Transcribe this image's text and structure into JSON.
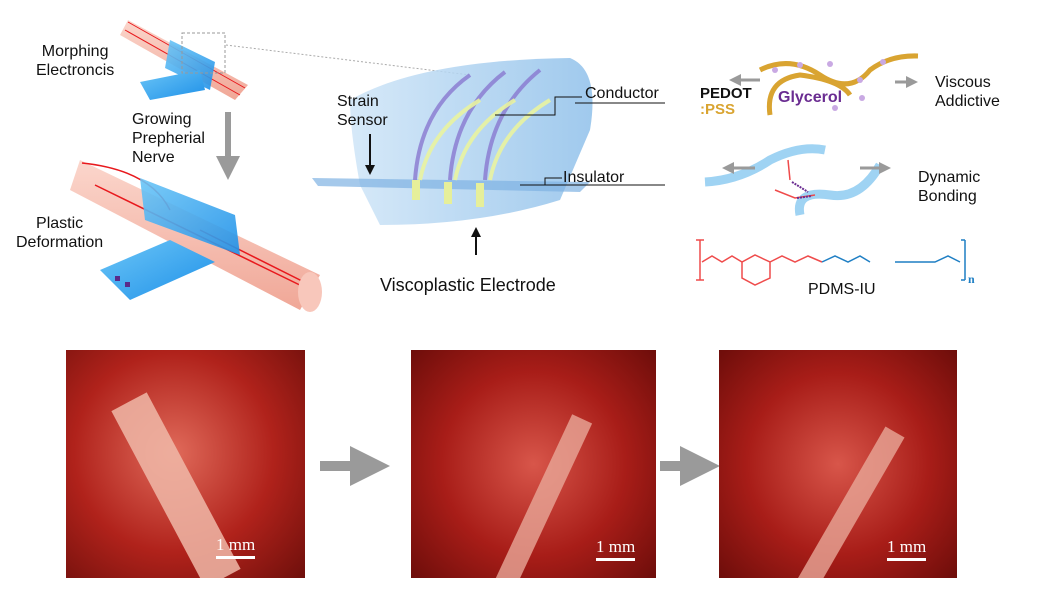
{
  "left_panel": {
    "morphing_label": [
      "Morphing",
      "Electroncis"
    ],
    "growing_label": [
      "Growing",
      "Prepherial",
      "Nerve"
    ],
    "plastic_label": [
      "Plastic",
      "Deformation"
    ]
  },
  "center_panel": {
    "strain_sensor_label": [
      "Strain",
      "Sensor"
    ],
    "conductor_label": "Conductor",
    "insulator_label": "Insulator",
    "electrode_label": "Viscoplastic Electrode"
  },
  "right_panel": {
    "pedot_label": "PEDOT",
    "pss_label": ":PSS",
    "glycerol_label": "Glycerol",
    "viscous_label": [
      "Viscous",
      "Addictive"
    ],
    "dynamic_label": [
      "Dynamic",
      "Bonding"
    ],
    "polymer_label": "PDMS-IU",
    "n_subscript": "n"
  },
  "photos": [
    {
      "scale_label": "1 mm"
    },
    {
      "scale_label": "1 mm"
    },
    {
      "scale_label": "1 mm"
    }
  ],
  "colors": {
    "nerve": "#f4b7a8",
    "vessel": "#e8191d",
    "film": "#2aa6f0",
    "pedot": "#d9a431",
    "glycerol": "#6a2c91",
    "bond_red": "#ef4b4b",
    "pdms_blue": "#1f7fc4",
    "arrow": "#9a9a9a"
  }
}
